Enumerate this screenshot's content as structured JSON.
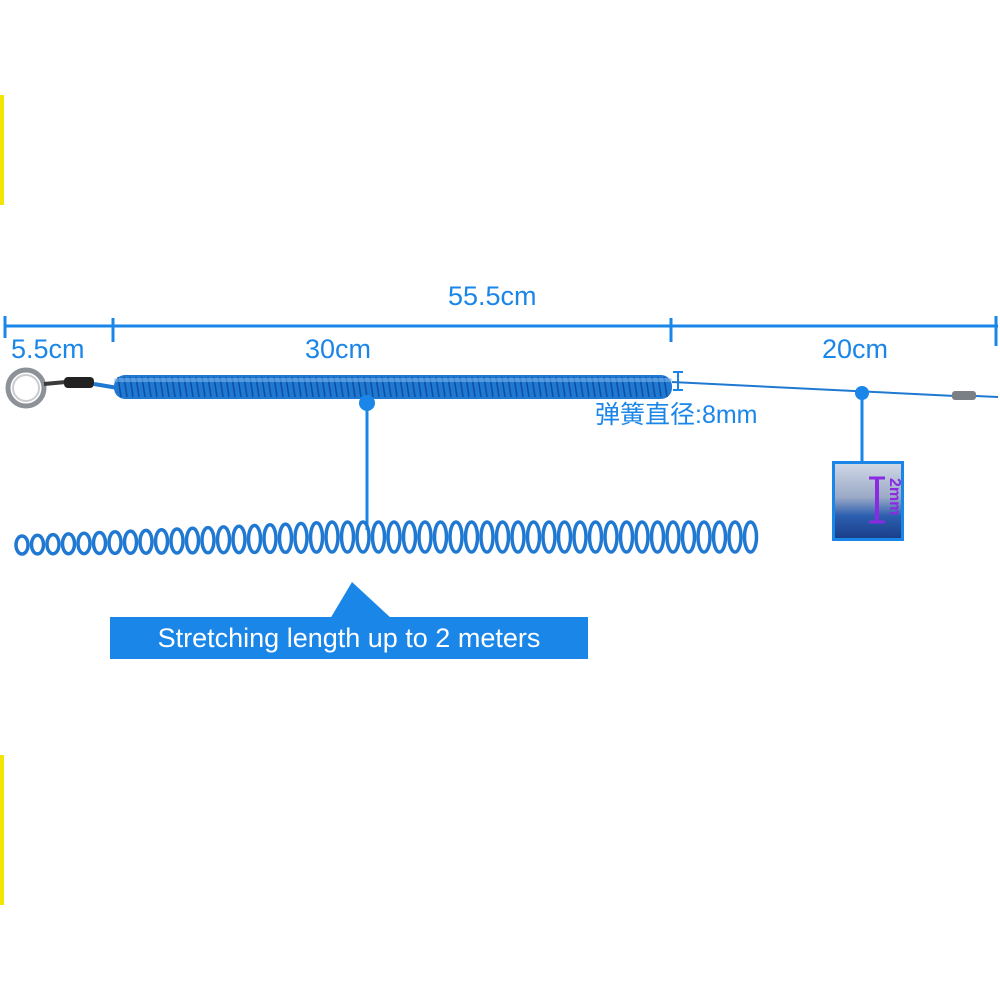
{
  "dimensions": {
    "total": "55.5cm",
    "ring_section": "5.5cm",
    "coil_section": "30cm",
    "wire_section": "20cm",
    "coil_diameter": "弹簧直径:8mm",
    "wire_diameter": "2mm"
  },
  "banner": {
    "text": "Stretching length up to 2 meters"
  },
  "colors": {
    "accent": "#1a86e8",
    "coil": "#1f78d1",
    "wire_diameter_text": "#8a2be2",
    "side_bar": "#f2e600"
  }
}
